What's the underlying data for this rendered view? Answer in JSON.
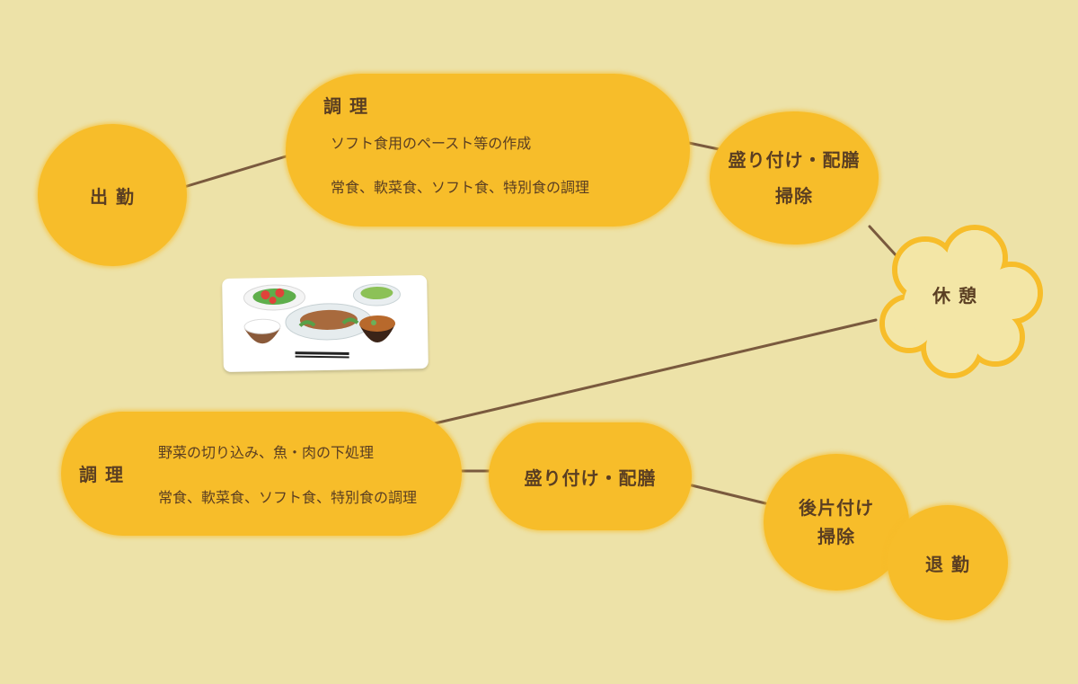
{
  "nodes": {
    "arrive": {
      "label": "出 勤"
    },
    "cook_morning": {
      "title": "調 理",
      "lines": [
        "ソフト食用のペースト等の作成",
        "常食、軟菜食、ソフト食、特別食の調理"
      ]
    },
    "serve_morning": {
      "line1": "盛り付け・配膳",
      "line2": "掃除"
    },
    "rest": {
      "label": "休 憩"
    },
    "cook_afternoon": {
      "title": "調 理",
      "lines": [
        "野菜の切り込み、魚・肉の下処理",
        "常食、軟菜食、ソフト食、特別食の調理"
      ]
    },
    "serve_afternoon": {
      "label": "盛り付け・配膳"
    },
    "cleanup": {
      "line1": "後片付け",
      "line2": "掃除"
    },
    "leave": {
      "label": "退 勤"
    }
  },
  "colors": {
    "background": "#ede2a8",
    "bubble": "#f7bd2a",
    "text": "#5a3e22",
    "connector": "#7a5a3e"
  },
  "illustration": "meal-tray-icon"
}
